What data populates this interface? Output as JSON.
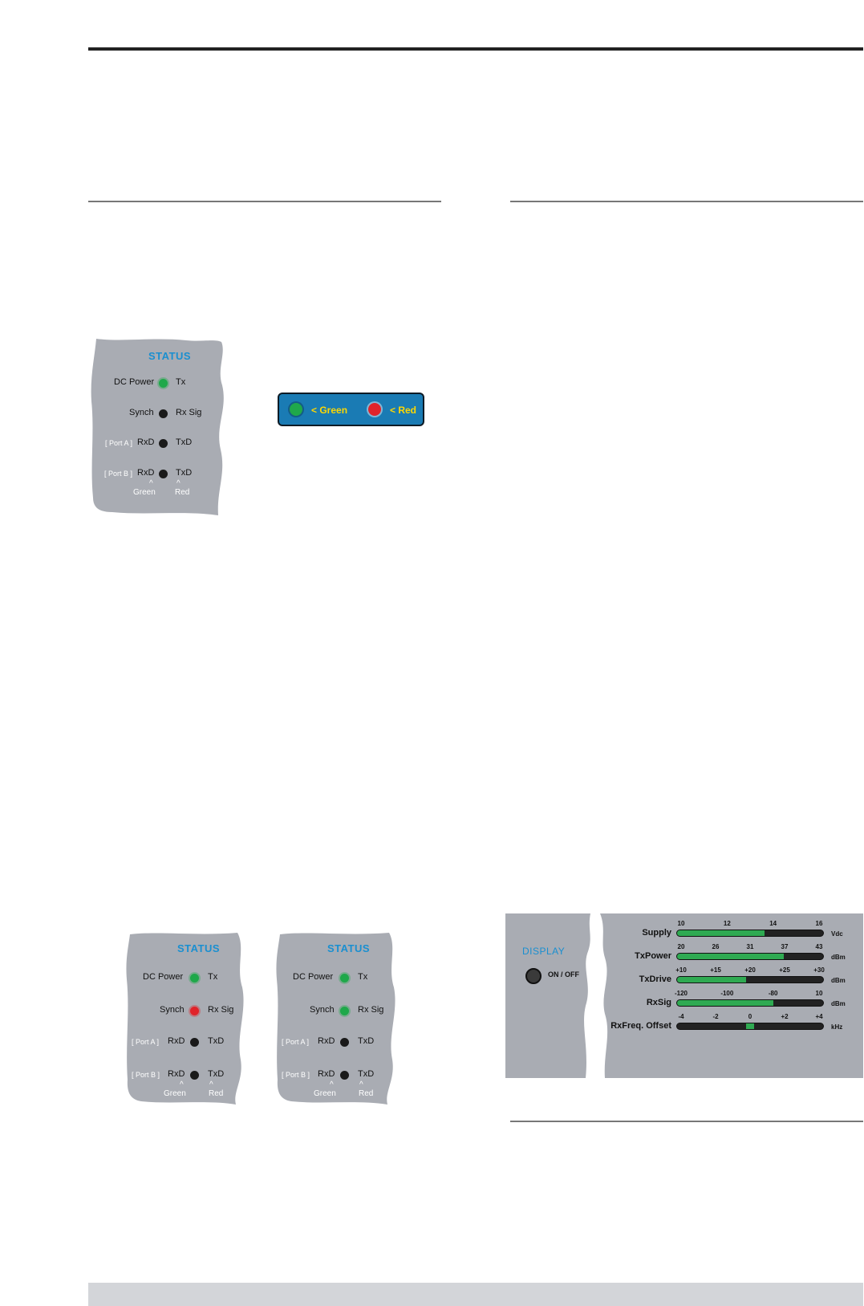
{
  "status_panel_1": {
    "title": "STATUS",
    "rows": [
      {
        "left": "DC Power",
        "right": "Tx",
        "led": "green"
      },
      {
        "left": "Synch",
        "right": "Rx Sig",
        "led": "off"
      },
      {
        "port": "[ Port A ]",
        "left": "RxD",
        "right": "TxD",
        "led": "off"
      },
      {
        "port": "[ Port B ]",
        "left": "RxD",
        "right": "TxD",
        "led": "off"
      }
    ],
    "caret": "^",
    "left_color": "Green",
    "right_color": "Red"
  },
  "legend": {
    "green_label": "< Green",
    "red_label": "< Red",
    "bg_color": "#1a7bb4",
    "text_color": "#ffd800"
  },
  "status_panel_2": {
    "title": "STATUS",
    "rows": [
      {
        "left": "DC Power",
        "right": "Tx",
        "led": "green"
      },
      {
        "left": "Synch",
        "right": "Rx Sig",
        "led": "red"
      },
      {
        "port": "[ Port A ]",
        "left": "RxD",
        "right": "TxD",
        "led": "off"
      },
      {
        "port": "[ Port B ]",
        "left": "RxD",
        "right": "TxD",
        "led": "off"
      }
    ],
    "caret": "^",
    "left_color": "Green",
    "right_color": "Red"
  },
  "status_panel_3": {
    "title": "STATUS",
    "rows": [
      {
        "left": "DC Power",
        "right": "Tx",
        "led": "green"
      },
      {
        "left": "Synch",
        "right": "Rx Sig",
        "led": "green"
      },
      {
        "port": "[ Port A ]",
        "left": "RxD",
        "right": "TxD",
        "led": "off"
      },
      {
        "port": "[ Port B ]",
        "left": "RxD",
        "right": "TxD",
        "led": "off"
      }
    ],
    "caret": "^",
    "left_color": "Green",
    "right_color": "Red"
  },
  "display_panel": {
    "title": "DISPLAY",
    "switch_label": "ON / OFF",
    "meters": [
      {
        "label": "Supply",
        "ticks": [
          "10",
          "12",
          "14",
          "16"
        ],
        "unit": "Vdc",
        "fill": 0.6
      },
      {
        "label": "TxPower",
        "ticks": [
          "20",
          "26",
          "31",
          "37",
          "43"
        ],
        "unit": "dBm",
        "fill": 0.73
      },
      {
        "label": "TxDrive",
        "ticks": [
          "+10",
          "+15",
          "+20",
          "+25",
          "+30"
        ],
        "unit": "dBm",
        "fill": 0.47
      },
      {
        "label": "RxSig",
        "ticks": [
          "-120",
          "-100",
          "-80",
          "10"
        ],
        "unit": "dBm",
        "fill": 0.66
      },
      {
        "label": "RxFreq. Offset",
        "ticks": [
          "-4",
          "-2",
          "0",
          "+2",
          "+4"
        ],
        "unit": "kHz",
        "center_marker": 0.5
      }
    ]
  },
  "colors": {
    "panel_grey": "#a9acb3",
    "led_green": "#1fa84a",
    "led_red": "#e0232a",
    "status_title": "#1a8fd0"
  }
}
